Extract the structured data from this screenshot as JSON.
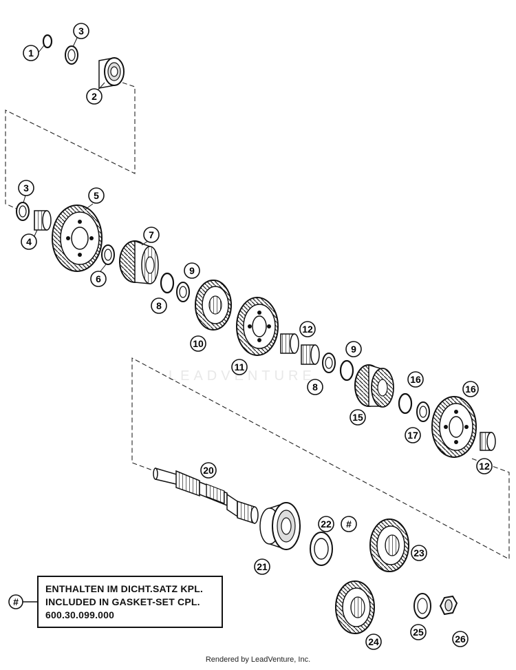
{
  "diagram": {
    "callouts": [
      "1",
      "2",
      "3",
      "3",
      "4",
      "5",
      "6",
      "7",
      "8",
      "9",
      "10",
      "11",
      "12",
      "8",
      "9",
      "15",
      "16",
      "16",
      "17",
      "12",
      "20",
      "21",
      "22",
      "#",
      "23",
      "24",
      "25",
      "26"
    ],
    "legend": {
      "marker": "#",
      "line1": "ENTHALTEN IM DICHT.SATZ KPL.",
      "line2": "INCLUDED IN GASKET-SET CPL.",
      "line3": "600.30.099.000"
    },
    "watermark": "LEADVENTURE",
    "footer": "Rendered by LeadVenture, Inc."
  }
}
